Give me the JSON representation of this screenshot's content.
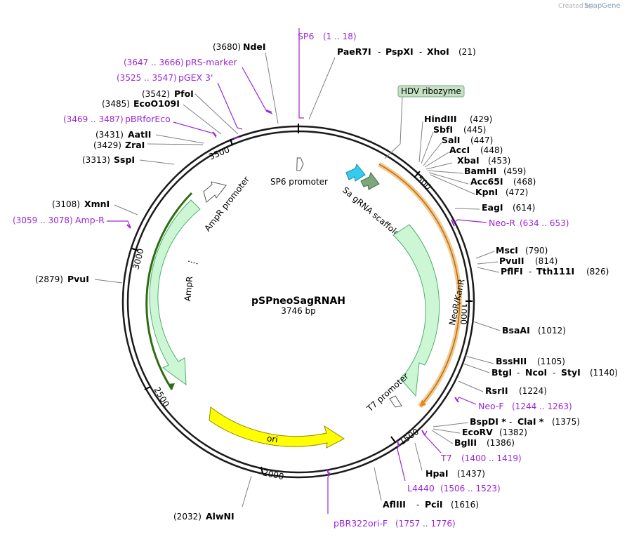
{
  "watermark": {
    "created_by": "Created by",
    "brand": "SnapGene"
  },
  "plasmid": {
    "name": "pSPneoSagRNAH",
    "length_label": "3746 bp",
    "total_bp": 3746
  },
  "ticks": [
    "500",
    "1000",
    "1500",
    "2000",
    "2500",
    "3000",
    "3500"
  ],
  "features": [
    {
      "label": "SP6 promoter",
      "type": "promoter"
    },
    {
      "label": "Sa gRNA scaffold",
      "type": "misc_RNA"
    },
    {
      "label": "NeoR/KanR",
      "type": "CDS"
    },
    {
      "label": "T7 promoter",
      "type": "promoter"
    },
    {
      "label": "ori",
      "type": "rep_origin"
    },
    {
      "label": "AmpR",
      "type": "CDS"
    },
    {
      "label": "AmpR promoter",
      "type": "promoter"
    },
    {
      "label": "HDV ribozyme",
      "type": "misc_RNA"
    }
  ],
  "sites": [
    {
      "name": "NdeI",
      "pos": "(3680)"
    },
    {
      "name": "PaeR7I",
      "sep1": "-",
      "name2": "PspXI",
      "sep2": "-",
      "name3": "XhoI",
      "pos": "(21)"
    },
    {
      "name": "PfoI",
      "pos": "(3542)"
    },
    {
      "name": "EcoO109I",
      "pos": "(3485)"
    },
    {
      "name": "AatII",
      "pos": "(3431)"
    },
    {
      "name": "ZraI",
      "pos": "(3429)"
    },
    {
      "name": "SspI",
      "pos": "(3313)"
    },
    {
      "name": "XmnI",
      "pos": "(3108)"
    },
    {
      "name": "PvuI",
      "pos": "(2879)"
    },
    {
      "name": "AlwNI",
      "pos": "(2032)"
    },
    {
      "name": "HindIII",
      "pos": "(429)"
    },
    {
      "name": "SbfI",
      "pos": "(445)"
    },
    {
      "name": "SalI",
      "pos": "(447)"
    },
    {
      "name": "AccI",
      "pos": "(448)"
    },
    {
      "name": "XbaI",
      "pos": "(453)"
    },
    {
      "name": "BamHI",
      "pos": "(459)"
    },
    {
      "name": "Acc65I",
      "pos": "(468)"
    },
    {
      "name": "KpnI",
      "pos": "(472)"
    },
    {
      "name": "EagI",
      "pos": "(614)"
    },
    {
      "name": "MscI",
      "pos": "(790)"
    },
    {
      "name": "PvuII",
      "pos": "(814)"
    },
    {
      "name": "PflFI",
      "sep1": "-",
      "name2": "Tth111I",
      "pos": "(826)"
    },
    {
      "name": "BsaAI",
      "pos": "(1012)"
    },
    {
      "name": "BssHII",
      "pos": "(1105)"
    },
    {
      "name": "BtgI",
      "sep1": "-",
      "name2": "NcoI",
      "sep2": "-",
      "name3": "StyI",
      "pos": "(1140)"
    },
    {
      "name": "RsrII",
      "pos": "(1224)"
    },
    {
      "name": "BspDI *",
      "sep1": "-",
      "name2": "ClaI *",
      "pos": "(1375)"
    },
    {
      "name": "EcoRV",
      "pos": "(1382)"
    },
    {
      "name": "BglII",
      "pos": "(1386)"
    },
    {
      "name": "HpaI",
      "pos": "(1437)"
    },
    {
      "name": "AflIII",
      "sep1": "-",
      "name2": "PciI",
      "pos": "(1616)"
    }
  ],
  "primers": [
    {
      "name": "SP6",
      "range": "(1 .. 18)"
    },
    {
      "name": "pRS-marker",
      "range": "(3647 .. 3666)"
    },
    {
      "name": "pGEX 3'",
      "range": "(3525 .. 3547)"
    },
    {
      "name": "pBRforEco",
      "range": "(3469 .. 3487)"
    },
    {
      "name": "Amp-R",
      "range": "(3059 .. 3078)"
    },
    {
      "name": "Neo-R",
      "range": "(634 .. 653)"
    },
    {
      "name": "Neo-F",
      "range": "(1244 .. 1263)"
    },
    {
      "name": "T7",
      "range": "(1400 .. 1419)"
    },
    {
      "name": "L4440",
      "range": "(1506 .. 1523)"
    },
    {
      "name": "pBR322ori-F",
      "range": "(1757 .. 1776)"
    }
  ],
  "colors": {
    "backbone": "#1a1a1a",
    "cds_fill": "#cdf7d4",
    "cds_stroke": "#4caf6a",
    "ori_fill": "#ffff00",
    "primer": "#9c27d6",
    "promoter_fill": "#ffffff",
    "sa_gRNA_fill": "#33ccee",
    "hdv_fill": "#7aa87a",
    "neo_highlight": "#f3c98a",
    "amp_highlight": "#2f6d12"
  }
}
